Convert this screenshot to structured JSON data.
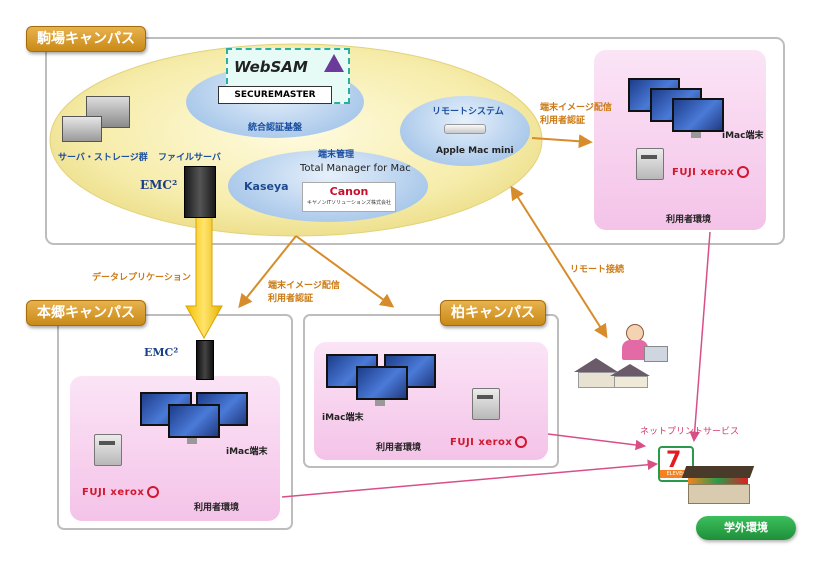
{
  "campuses": {
    "komaba": {
      "title": "駒場キャンパス"
    },
    "hongo": {
      "title": "本郷キャンパス"
    },
    "kashiwa": {
      "title": "柏キャンパス"
    }
  },
  "komaba_core": {
    "websam_text": "WebSAM",
    "securemaster_text": "SECUREMASTER",
    "auth_label": "統合認証基盤",
    "server_storage_label": "サーバ・ストレージ群",
    "file_server_label": "ファイルサーバ",
    "emc_label": "EMC²",
    "remote_system_label": "リモートシステム",
    "apple_mac_mini_label": "Apple Mac mini",
    "terminal_mgmt_label": "端末管理",
    "total_manager_label": "Total Manager  for Mac",
    "kaseya_label": "Kaseya",
    "canon_label": "Canon",
    "canon_sub_label": "キヤノンITソリューションズ株式会社"
  },
  "komaba_user": {
    "imac_label": "iMac端末",
    "fuji_label": "FUJI xerox",
    "env_label": "利用者環境"
  },
  "hongo_user": {
    "emc_label": "EMC²",
    "imac_label": "iMac端末",
    "fuji_label": "FUJI xerox",
    "env_label": "利用者環境"
  },
  "kashiwa_user": {
    "imac_label": "iMac端末",
    "fuji_label": "FUJI xerox",
    "env_label": "利用者環境"
  },
  "arrows": {
    "top_right": [
      "端末イメージ配信",
      "利用者認証"
    ],
    "middle": [
      "端末イメージ配信",
      "利用者認証"
    ],
    "replication": "データレプリケーション",
    "remote": "リモート接続"
  },
  "external": {
    "netprint": "ネットプリントサービス",
    "seven_text": "ELEVEn",
    "outside": "学外環境"
  },
  "colors": {
    "campus_border": "#bdbdbd",
    "core_oval": "#f6eeb0",
    "user_env": "#f7cdee",
    "arrow_orange": "#d88b2a",
    "arrow_pink": "#d84f86",
    "replication_arrow": "#e8b500",
    "outside_badge": "#2aa64a"
  }
}
